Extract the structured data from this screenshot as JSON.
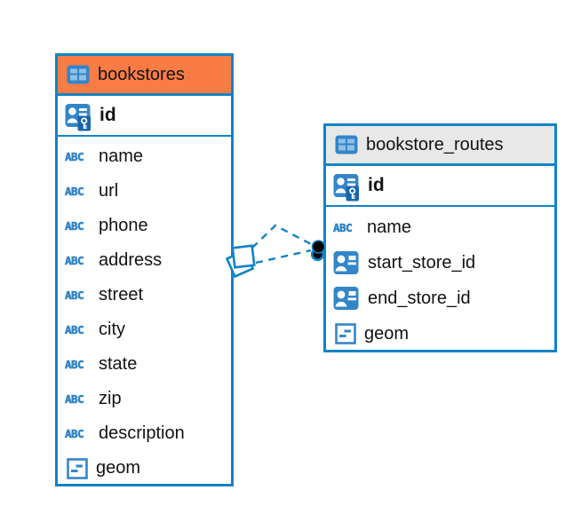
{
  "colors": {
    "accent_blue": "#1283C6",
    "icon_blue": "#3385C9",
    "icon_dark_blue": "#1766AE",
    "header_orange": "#F87C44",
    "header_gray": "#E8E8E8",
    "text_black": "#121212"
  },
  "icons": {
    "text_type_label": "ABC"
  },
  "tables": [
    {
      "name": "bookstores",
      "pk": "id",
      "columns": [
        "name",
        "url",
        "phone",
        "address",
        "street",
        "city",
        "state",
        "zip",
        "description",
        "geom"
      ]
    },
    {
      "name": "bookstore_routes",
      "pk": "id",
      "columns": [
        "name",
        "start_store_id",
        "end_store_id",
        "geom"
      ]
    }
  ]
}
